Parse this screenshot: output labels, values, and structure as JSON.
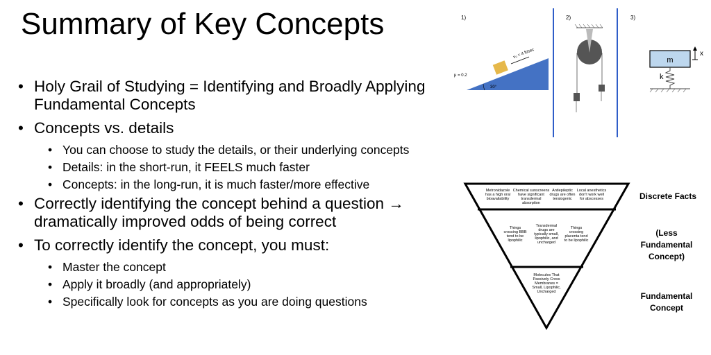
{
  "title": "Summary of Key Concepts",
  "bullets": {
    "b1": "Holy Grail of Studying = Identifying and Broadly Applying Fundamental Concepts",
    "b2": "Concepts vs. details",
    "b2_sub": [
      "You can choose to study the details, or their underlying concepts",
      "Details: in the short-run, it FEELS much faster",
      "Concepts: in the long-run, it is much faster/more effective"
    ],
    "b3": "Correctly identifying the concept behind a question → dramatically improved odds of being correct",
    "b4": "To correctly identify the concept, you must:",
    "b4_sub": [
      "Master the concept",
      "Apply it broadly (and appropriately)",
      "Specifically look for concepts as you are doing questions"
    ]
  },
  "physics": {
    "label1": "1)",
    "label2": "2)",
    "label3": "3)",
    "mu": "μ = 0.2",
    "velocity": "v₀ = 4 ft/sec",
    "angle": "30°",
    "mass": "m",
    "spring": "k",
    "disp": "x",
    "colors": {
      "ramp": "#4472c4",
      "block": "#e6b84a",
      "divider": "#2f5dc8",
      "mass_fill": "#bdd7ee"
    }
  },
  "triangle": {
    "top_facts": [
      "Metronidazole has a high oral bioavailability",
      "Chemical sunscreens have significant transdermal absorption",
      "Antiepileptic drugs are often teratogenic",
      "Local anesthetics don't work well for abscesses"
    ],
    "mid_facts": [
      "Things crossing BBB tend to be lipophilic",
      "Transdermal drugs are typically small, lipophilic, and uncharged",
      "Things crossing placenta tend to be lipophilic"
    ],
    "bottom_fact": "Molecules That Passively Cross Membranes = Small, Lipophilic, Uncharged",
    "labels": {
      "discrete": "Discrete Facts",
      "less_1": "(Less",
      "less_2": "Fundamental",
      "less_3": "Concept)",
      "fund_1": "Fundamental",
      "fund_2": "Concept"
    }
  }
}
